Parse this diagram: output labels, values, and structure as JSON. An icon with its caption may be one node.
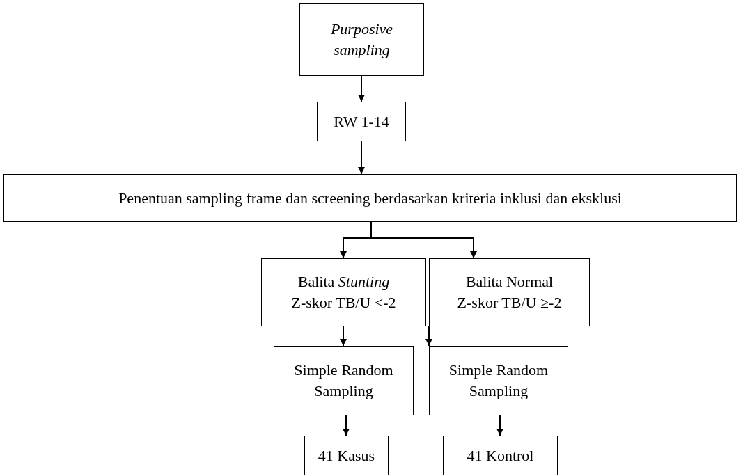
{
  "diagram": {
    "nodes": [
      {
        "text": [
          "Purposive sampling"
        ]
      },
      {
        "text": [
          "RW 1-14"
        ]
      },
      {
        "text": [
          "Penentuan sampling frame dan screening berdasarkan kriteria inklusi dan eksklusi"
        ]
      },
      {
        "text": [
          "Balita *Stunting*",
          "Z-skor TB/U <-2"
        ]
      },
      {
        "text": [
          "Balita Normal",
          "Z-skor TB/U ≥-2"
        ]
      },
      {
        "text": [
          "Simple Random Sampling"
        ]
      },
      {
        "text": [
          "Simple Random Sampling"
        ]
      },
      {
        "text": [
          "41 Kasus"
        ]
      },
      {
        "text": [
          "41 Kontrol"
        ]
      }
    ],
    "edges": [
      {
        "from": 0,
        "to": 1,
        "arrow": "to"
      },
      {
        "from": 1,
        "to": 2,
        "arrow": "to"
      },
      {
        "from": 2,
        "to": 3,
        "arrow": "to"
      },
      {
        "from": 2,
        "to": 4,
        "arrow": "to"
      },
      {
        "from": 3,
        "to": 5,
        "arrow": "to"
      },
      {
        "from": 4,
        "to": 6,
        "arrow": "to"
      },
      {
        "from": 5,
        "to": 7,
        "arrow": "to"
      },
      {
        "from": 6,
        "to": 8,
        "arrow": "to"
      }
    ]
  }
}
